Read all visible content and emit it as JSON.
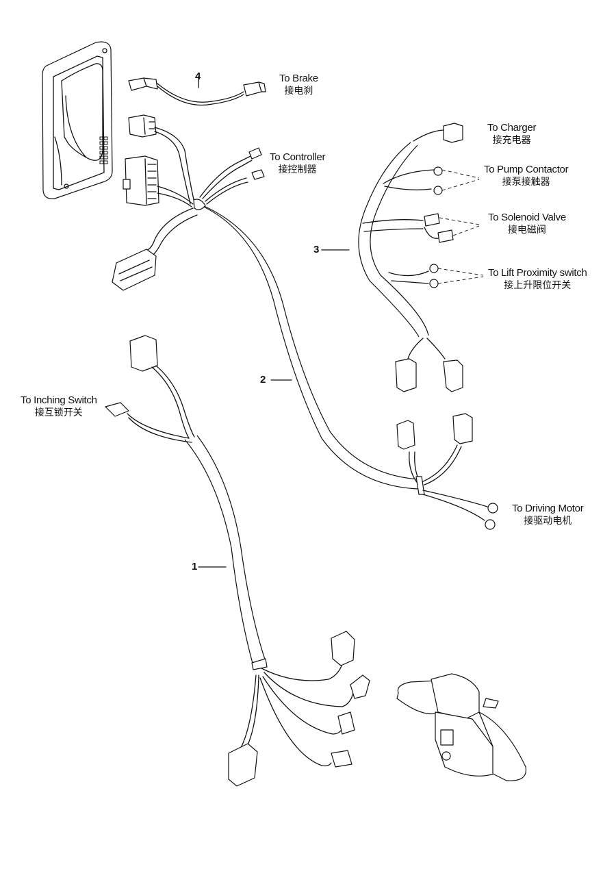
{
  "diagram": {
    "title": "Electrical wiring harness assembly",
    "callouts": [
      {
        "id": "callout-1",
        "number": "1"
      },
      {
        "id": "callout-2",
        "number": "2"
      },
      {
        "id": "callout-3",
        "number": "3"
      },
      {
        "id": "callout-4",
        "number": "4"
      }
    ],
    "labels": {
      "brake": {
        "en": "To  Brake",
        "zh": "接电刹"
      },
      "controller": {
        "en": "To Controller",
        "zh": "接控制器"
      },
      "charger": {
        "en": "To Charger",
        "zh": "接充电器"
      },
      "pump_contactor": {
        "en": "To Pump Contactor",
        "zh": "接泵接触器"
      },
      "solenoid_valve": {
        "en": "To Solenoid Valve",
        "zh": "接电磁阀"
      },
      "lift_proximity": {
        "en": "To  Lift Proximity switch",
        "zh": "接上升限位开关"
      },
      "inching_switch": {
        "en": "To  Inching Switch",
        "zh": "接互锁开关"
      },
      "driving_motor": {
        "en": "To Driving Motor",
        "zh": "接驱动电机"
      }
    },
    "components": [
      "controller-module",
      "tiller-handle",
      "harness-1",
      "harness-2",
      "harness-3",
      "harness-4"
    ]
  }
}
